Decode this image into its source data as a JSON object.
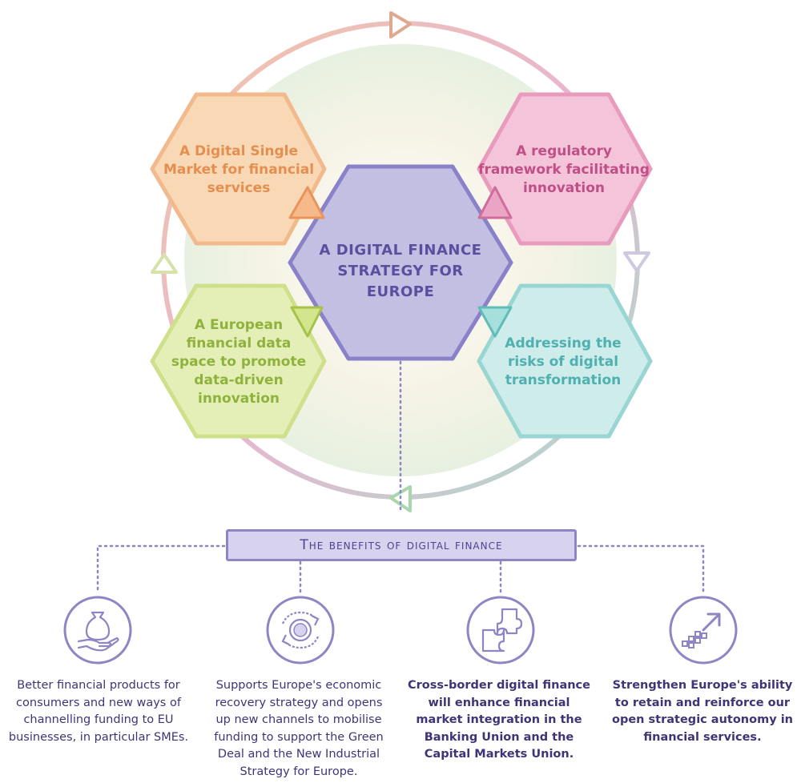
{
  "center": {
    "line1": "A DIGITAL FINANCE",
    "line2": "STRATEGY FOR EUROPE"
  },
  "priorities": {
    "top_left": {
      "lines": [
        "A Digital Single",
        "Market for financial",
        "services"
      ],
      "color": "#e38f51",
      "fill": "#f9d8b6"
    },
    "top_right": {
      "lines": [
        "A regulatory",
        "framework facilitating",
        "innovation"
      ],
      "color": "#bf4f86",
      "fill": "#f4c5da"
    },
    "bottom_left": {
      "lines": [
        "A European",
        "financial data",
        "space to promote",
        "data-driven",
        "innovation"
      ],
      "color": "#8fb23c",
      "fill": "#e4efb8"
    },
    "bottom_right": {
      "lines": [
        "Addressing the",
        "risks of digital",
        "transformation"
      ],
      "color": "#4fb0b0",
      "fill": "#cdecea"
    }
  },
  "banner_label": "The benefits of digital finance",
  "benefits": [
    {
      "icon": "money-bag-hand-icon",
      "text": "Better financial products for consumers and new ways of channelling funding to EU businesses, in particular SMEs."
    },
    {
      "icon": "circular-arrows-gear-icon",
      "text": "Supports Europe's economic recovery strategy and opens up new channels to mobilise funding to support the Green Deal and the New Industrial Strategy for Europe."
    },
    {
      "icon": "puzzle-pieces-icon",
      "text": "Cross-border digital finance will enhance financial market integration in the Banking Union and the Capital Markets Union."
    },
    {
      "icon": "growth-arrow-icon",
      "text": "Strengthen Europe's ability to retain and reinforce our open strategic autonomy in financial services."
    }
  ],
  "colors": {
    "center_fill": "#c3bfe3",
    "center_stroke": "#8a82c8",
    "text_dark": "#3d3578",
    "dots": "#8e86c4"
  }
}
